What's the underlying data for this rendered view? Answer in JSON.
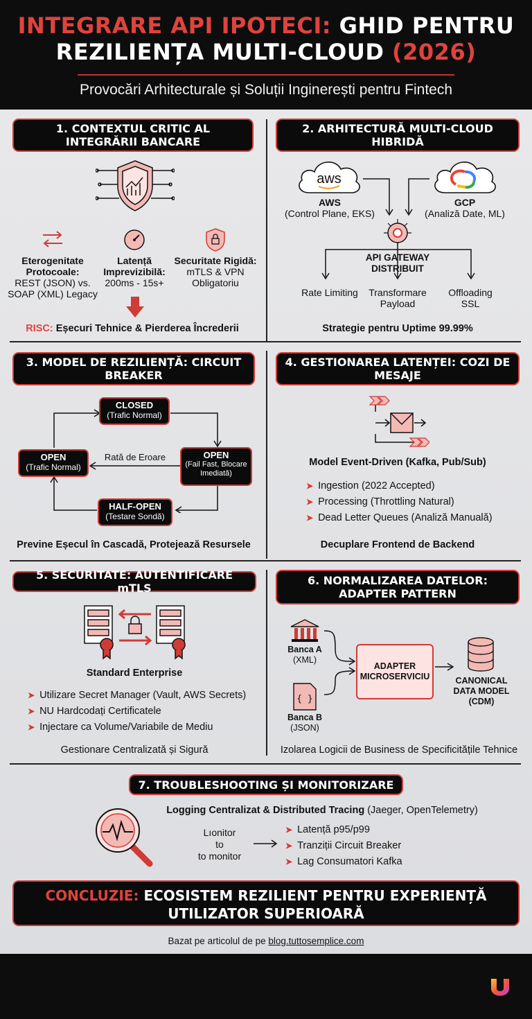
{
  "header": {
    "title_red": "INTEGRARE API IPOTECI:",
    "title_white1": " GHID PENTRU",
    "title_white2": "REZILIENȚA MULTI-CLOUD ",
    "title_red2": "(2026)",
    "subtitle": "Provocări Arhitecturale și Soluții Inginerești pentru Fintech"
  },
  "s1": {
    "title": "1. CONTEXTUL CRITIC AL INTEGRĂRII BANCARE",
    "c1_title": "Eterogenitate Protocoale:",
    "c1_text": "REST (JSON) vs. SOAP (XML) Legacy",
    "c2_title": "Latență Imprevizibilă:",
    "c2_text": "200ms - 15s+",
    "c3_title": "Securitate Rigidă:",
    "c3_text": "mTLS & VPN Obligatoriu",
    "risk_label": "RISC:",
    "risk_text": " Eșecuri Tehnice & Pierderea Încrederii"
  },
  "s2": {
    "title": "2. ARHITECTURĂ MULTI-CLOUD HIBRIDĂ",
    "aws_logo": "aws",
    "aws_name": "AWS",
    "aws_desc": "(Control Plane, EKS)",
    "gcp_name": "GCP",
    "gcp_desc": "(Analiză Date, ML)",
    "gateway": "API GATEWAY DISTRIBUIT",
    "f1": "Rate Limiting",
    "f2": "Transformare Payload",
    "f3": "Offloading SSL",
    "footer": "Strategie pentru Uptime 99.99%"
  },
  "s3": {
    "title": "3. MODEL DE REZILIENȚĂ: CIRCUIT BREAKER",
    "closed_name": "CLOSED",
    "closed_desc": "(Trafic Normal)",
    "open_left_name": "OPEN",
    "open_left_desc": "(Trafic Normal)",
    "open_right_name": "OPEN",
    "open_right_desc": "(Fail Fast, Blocare Imediată)",
    "half_name": "HALF-OPEN",
    "half_desc": "(Testare Sondă)",
    "edge_label": "Rată de Eroare",
    "footer": "Previne Eșecul în Cascadă, Protejează Resursele"
  },
  "s4": {
    "title": "4. GESTIONAREA LATENȚEI: COZI DE MESAJE",
    "model": "Model Event-Driven (Kafka, Pub/Sub)",
    "items": [
      "Ingestion (2022 Accepted)",
      "Processing (Throttling Natural)",
      "Dead Letter Queues (Analiză Manuală)"
    ],
    "footer": "Decuplare Frontend de Backend"
  },
  "s5": {
    "title": "5. SECURITATE: AUTENTIFICARE mTLS",
    "standard": "Standard Enterprise",
    "items": [
      "Utilizare Secret Manager (Vault, AWS Secrets)",
      "NU Hardcodați Certificatele",
      "Injectare ca Volume/Variabile de Mediu"
    ],
    "footer": "Gestionare Centralizată și Sigură"
  },
  "s6": {
    "title": "6. NORMALIZAREA DATELOR: ADAPTER PATTERN",
    "bank_a": "Banca A",
    "bank_a_fmt": "(XML)",
    "bank_b": "Banca B",
    "bank_b_fmt": "(JSON)",
    "adapter": "ADAPTER MICROSERVICIU",
    "cdm": "CANONICAL DATA MODEL (CDM)",
    "footer": "Izolarea Logicii de Business de Specificitățile Tehnice"
  },
  "s7": {
    "title": "7. TROUBLESHOOTING ȘI MONITORIZARE",
    "headline_bold": "Logging Centralizat & Distributed Tracing",
    "headline_rest": " (Jaeger, OpenTelemetry)",
    "monitor1": "Lıonitor",
    "monitor2": "to",
    "monitor3": "to monitor",
    "items": [
      "Latență p95/p99",
      "Tranziții Circuit Breaker",
      "Lag Consumatori Kafka"
    ]
  },
  "conclusion": {
    "label": "CONCLUZIE:",
    "text1": " ECOSISTEM REZILIENT PENTRU EXPERIENȚĂ",
    "text2": "UTILIZATOR SUPERIOARĂ"
  },
  "source": {
    "prefix": "Bazat pe articolul de pe ",
    "link": "blog.tuttosemplice.com"
  },
  "colors": {
    "accent": "#cf3b35",
    "dark": "#0b0b0b",
    "pink": "#f3b9b5"
  }
}
